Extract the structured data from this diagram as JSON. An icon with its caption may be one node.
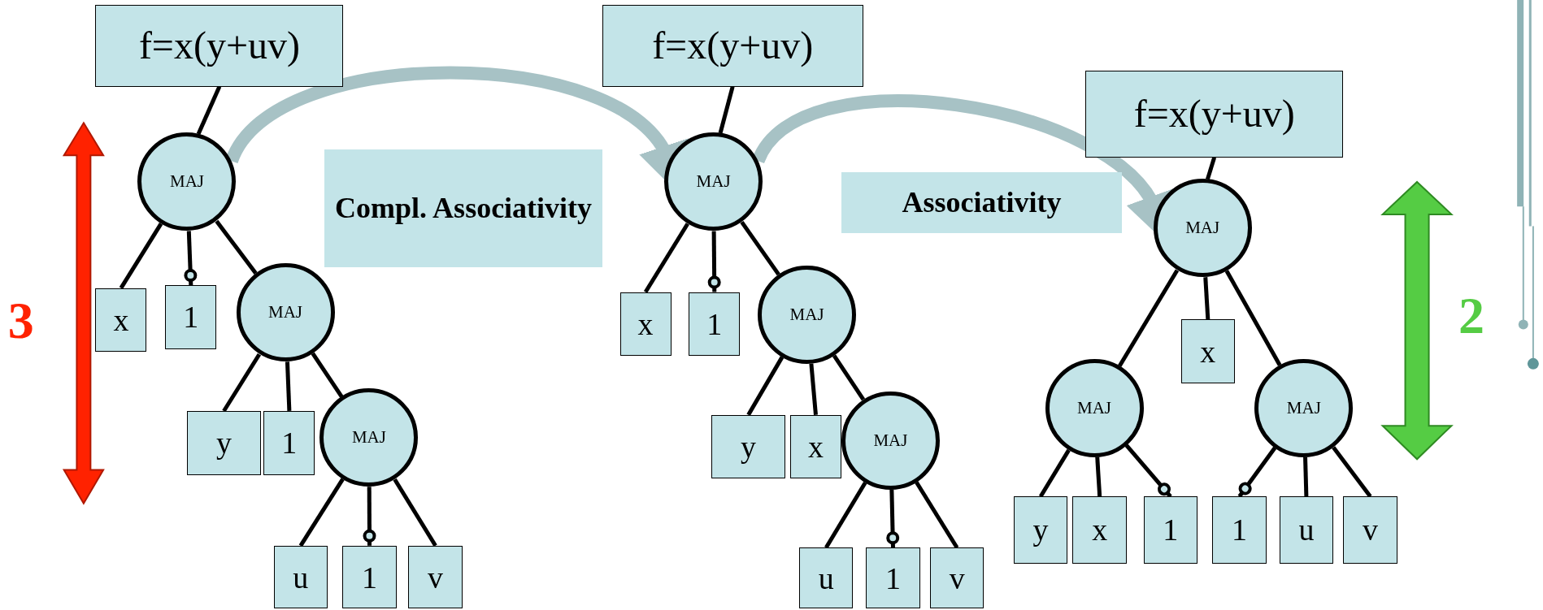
{
  "diagram": {
    "nodes": [
      {
        "text": [
          "f=x(y+uv)"
        ]
      },
      {
        "text": [
          "MAJ"
        ]
      },
      {
        "text": [
          "x"
        ]
      },
      {
        "text": [
          "1"
        ]
      },
      {
        "text": [
          "MAJ"
        ]
      },
      {
        "text": [
          "y"
        ]
      },
      {
        "text": [
          "1"
        ]
      },
      {
        "text": [
          "MAJ"
        ]
      },
      {
        "text": [
          "u"
        ]
      },
      {
        "text": [
          "1"
        ]
      },
      {
        "text": [
          "v"
        ]
      },
      {
        "text": [
          "f=x(y+uv)"
        ]
      },
      {
        "text": [
          "MAJ"
        ]
      },
      {
        "text": [
          "x"
        ]
      },
      {
        "text": [
          "1"
        ]
      },
      {
        "text": [
          "MAJ"
        ]
      },
      {
        "text": [
          "y"
        ]
      },
      {
        "text": [
          "x"
        ]
      },
      {
        "text": [
          "MAJ"
        ]
      },
      {
        "text": [
          "u"
        ]
      },
      {
        "text": [
          "1"
        ]
      },
      {
        "text": [
          "v"
        ]
      },
      {
        "text": [
          "f=x(y+uv)"
        ]
      },
      {
        "text": [
          "MAJ"
        ]
      },
      {
        "text": [
          "x"
        ]
      },
      {
        "text": [
          "MAJ"
        ]
      },
      {
        "text": [
          "MAJ"
        ]
      },
      {
        "text": [
          "y"
        ]
      },
      {
        "text": [
          "x"
        ]
      },
      {
        "text": [
          "1"
        ]
      },
      {
        "text": [
          "1"
        ]
      },
      {
        "text": [
          "u"
        ]
      },
      {
        "text": [
          "v"
        ]
      }
    ],
    "edges": [
      {
        "from": 0,
        "to": 1,
        "arrow": "none"
      },
      {
        "from": 1,
        "to": 2,
        "arrow": "none"
      },
      {
        "from": 1,
        "to": 3,
        "arrow": "other"
      },
      {
        "from": 1,
        "to": 4,
        "arrow": "none"
      },
      {
        "from": 4,
        "to": 5,
        "arrow": "none"
      },
      {
        "from": 4,
        "to": 6,
        "arrow": "none"
      },
      {
        "from": 4,
        "to": 7,
        "arrow": "none"
      },
      {
        "from": 7,
        "to": 8,
        "arrow": "none"
      },
      {
        "from": 7,
        "to": 9,
        "arrow": "other"
      },
      {
        "from": 7,
        "to": 10,
        "arrow": "none"
      },
      {
        "from": 1,
        "to": 12,
        "arrow": "to",
        "label": "Compl. Associativity",
        "style": "thick",
        "color": "#a7c2c5"
      },
      {
        "from": 11,
        "to": 12,
        "arrow": "none"
      },
      {
        "from": 12,
        "to": 13,
        "arrow": "none"
      },
      {
        "from": 12,
        "to": 14,
        "arrow": "other"
      },
      {
        "from": 12,
        "to": 15,
        "arrow": "none"
      },
      {
        "from": 15,
        "to": 16,
        "arrow": "none"
      },
      {
        "from": 15,
        "to": 17,
        "arrow": "none"
      },
      {
        "from": 15,
        "to": 18,
        "arrow": "none"
      },
      {
        "from": 18,
        "to": 19,
        "arrow": "none"
      },
      {
        "from": 18,
        "to": 20,
        "arrow": "other"
      },
      {
        "from": 18,
        "to": 21,
        "arrow": "none"
      },
      {
        "from": 12,
        "to": 23,
        "arrow": "to",
        "label": "Associativity",
        "style": "thick",
        "color": "#a7c2c5"
      },
      {
        "from": 22,
        "to": 23,
        "arrow": "none"
      },
      {
        "from": 23,
        "to": 25,
        "arrow": "none"
      },
      {
        "from": 23,
        "to": 24,
        "arrow": "none"
      },
      {
        "from": 23,
        "to": 26,
        "arrow": "none"
      },
      {
        "from": 25,
        "to": 27,
        "arrow": "none"
      },
      {
        "from": 25,
        "to": 28,
        "arrow": "none"
      },
      {
        "from": 25,
        "to": 29,
        "arrow": "other"
      },
      {
        "from": 26,
        "to": 30,
        "arrow": "other"
      },
      {
        "from": 26,
        "to": 31,
        "arrow": "none"
      },
      {
        "from": 26,
        "to": 32,
        "arrow": "none"
      }
    ],
    "labels": [
      "3",
      "2"
    ]
  }
}
